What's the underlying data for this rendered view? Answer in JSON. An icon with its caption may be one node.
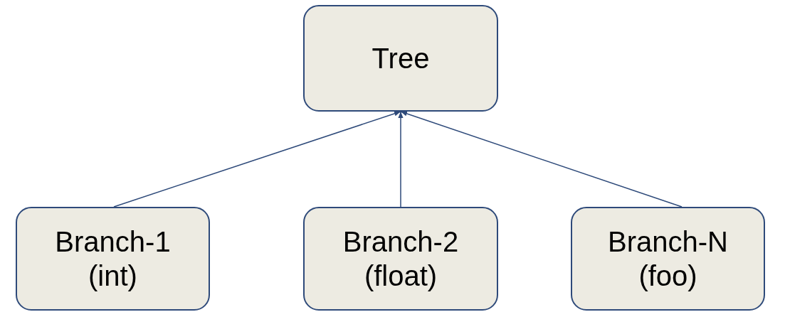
{
  "diagram": {
    "nodes": [
      {
        "text": [
          "Tree"
        ]
      },
      {
        "text": [
          "Branch-1 (int)"
        ]
      },
      {
        "text": [
          "Branch-2 (float)"
        ]
      },
      {
        "text": [
          "Branch-N (foo)"
        ]
      }
    ],
    "edges": [
      {
        "from": 1,
        "to": 0,
        "arrow": "to"
      },
      {
        "from": 2,
        "to": 0,
        "arrow": "to"
      },
      {
        "from": 3,
        "to": 0,
        "arrow": "to"
      }
    ]
  }
}
